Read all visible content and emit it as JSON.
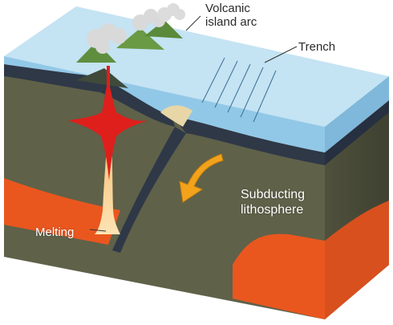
{
  "labels": {
    "volcanic_line1": "Volcanic",
    "volcanic_line2": "island arc",
    "trench": "Trench",
    "subducting_line1": "Subducting",
    "subducting_line2": "lithosphere",
    "melting": "Melting"
  },
  "colors": {
    "ocean_top": "#bfe0f1",
    "ocean_front": "#8fc6e6",
    "mantle": "#5e6048",
    "mantle_dark": "#4a4c39",
    "plate": "#2f3a4a",
    "asthenosphere": "#e8561f",
    "magma": "#e0201c",
    "arrow": "#f2a31c"
  }
}
